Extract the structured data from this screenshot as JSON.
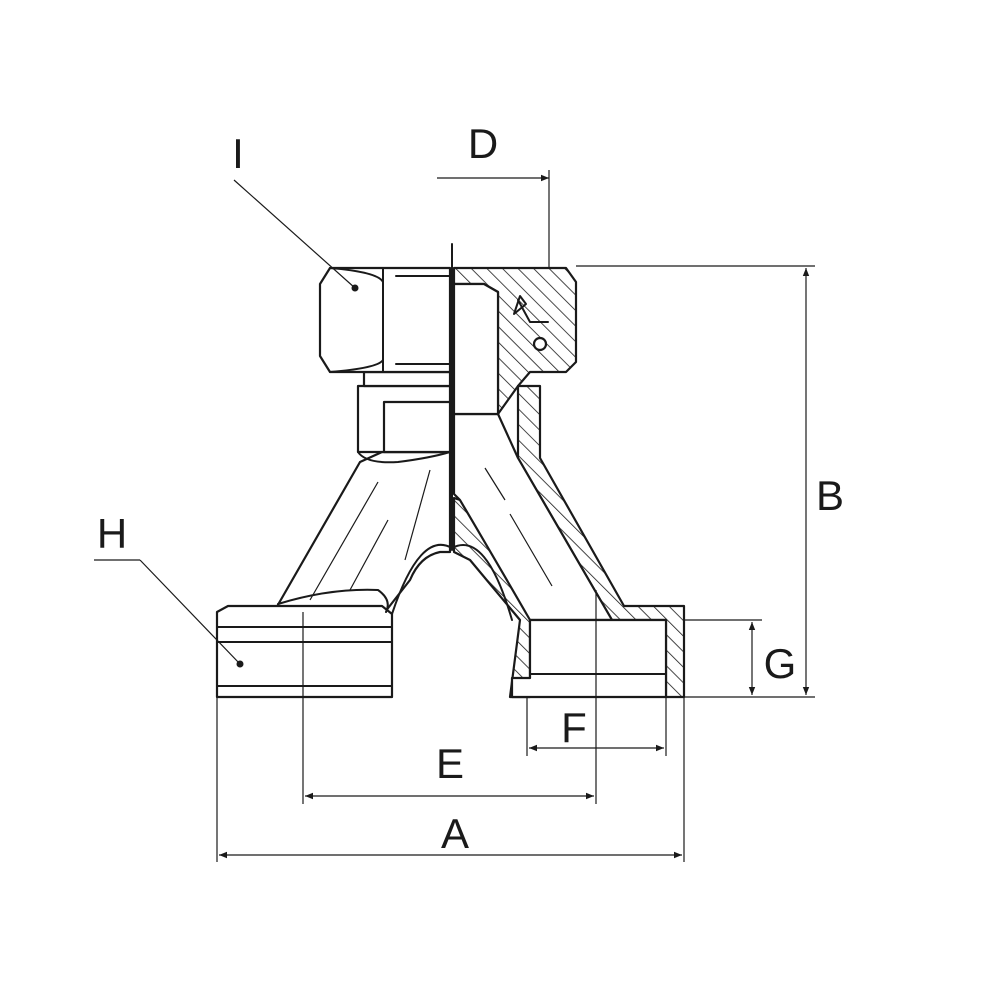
{
  "diagram": {
    "part_labels": {
      "I": "I",
      "H": "H"
    },
    "dimension_labels": {
      "A": "A",
      "B": "B",
      "D": "D",
      "E": "E",
      "F": "F",
      "G": "G"
    }
  }
}
